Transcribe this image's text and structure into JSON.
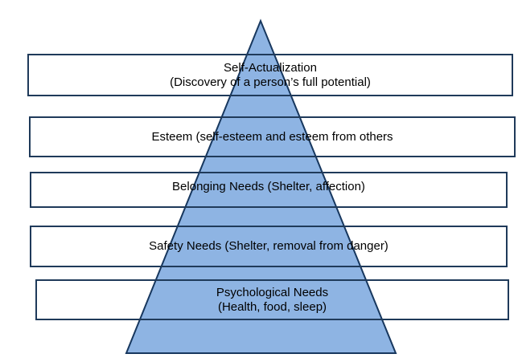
{
  "colors": {
    "pyramid_fill": "#8EB4E3",
    "pyramid_stroke": "#17375E",
    "box_stroke": "#1F3A5A",
    "text": "#000000"
  },
  "levels": [
    {
      "line1": "Self-Actualization",
      "line2": "(Discovery of a person’s full potential)"
    },
    {
      "line1": "Esteem (self-esteem and esteem from others",
      "line2": ""
    },
    {
      "line1": "Belonging Needs (Shelter, affection)",
      "line2": ""
    },
    {
      "line1": "Safety Needs (Shelter, removal from danger)",
      "line2": ""
    },
    {
      "line1": "Psychological Needs",
      "line2": "(Health, food, sleep)"
    }
  ]
}
